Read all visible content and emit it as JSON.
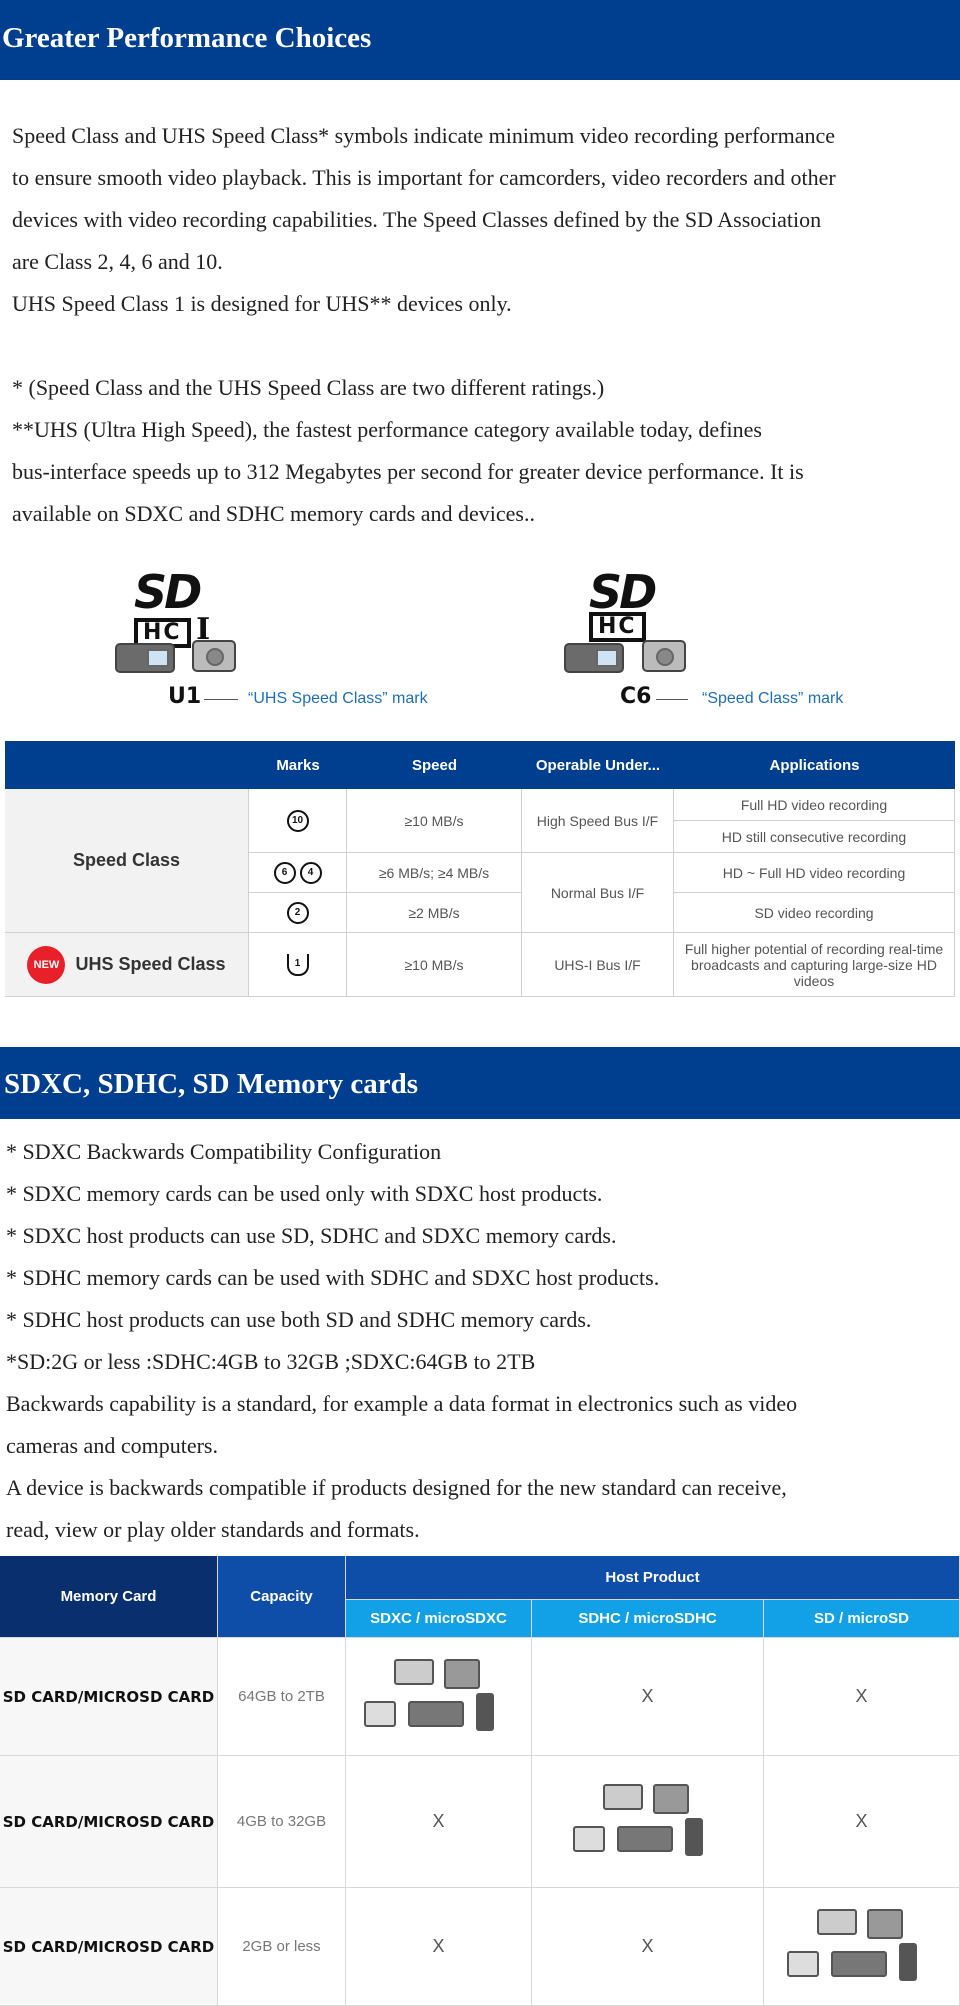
{
  "section1": {
    "title": "Greater Performance Choices",
    "intro_lines": [
      "Speed Class and UHS Speed Class* symbols indicate minimum video recording performance",
      "to ensure smooth video playback. This is important for camcorders, video recorders and other",
      "devices with video recording capabilities. The Speed Classes defined by the SD Association",
      "are Class 2, 4, 6 and 10.",
      "UHS Speed Class 1 is designed for UHS** devices only."
    ],
    "notes_lines": [
      "* (Speed Class and the UHS Speed Class are two different ratings.)",
      "**UHS (Ultra High Speed), the fastest performance category available today, defines",
      "bus-interface speeds up to 312 Megabytes per second for greater device performance. It is",
      "available on SDXC and SDHC memory cards and devices.."
    ]
  },
  "logos": {
    "sd": "SD",
    "hc": "HC",
    "uhs_roman": "I",
    "uhs_caption": "“UHS Speed Class” mark",
    "speed_caption": "“Speed Class” mark",
    "uhs_glyph": "U1",
    "speed_glyph": "C6"
  },
  "speed_table": {
    "headers": [
      "Marks",
      "Speed",
      "Operable Under...",
      "Applications"
    ],
    "speed_class_label": "Speed Class",
    "uhs_label": "UHS Speed Class",
    "new_badge": "NEW",
    "marks": {
      "c10": "10",
      "c6": "6",
      "c4": "4",
      "c2": "2",
      "u1": "1"
    },
    "speeds": [
      "≥10 MB/s",
      "≥6 MB/s; ≥4 MB/s",
      "≥2 MB/s",
      "≥10 MB/s"
    ],
    "operable": [
      "High Speed Bus I/F",
      "Normal Bus I/F",
      "UHS-I Bus I/F"
    ],
    "applications": [
      "Full HD video recording",
      "HD still consecutive recording",
      "HD ~ Full HD video recording",
      "SD video recording",
      "Full higher potential of recording real-time broadcasts and capturing large-size HD videos"
    ]
  },
  "section2": {
    "title": "SDXC, SDHC, SD Memory cards",
    "lines": [
      "* SDXC Backwards Compatibility Configuration",
      "* SDXC memory cards can be used only with SDXC host products.",
      "* SDXC host products can use SD, SDHC and SDXC memory cards.",
      "* SDHC memory cards can be used with SDHC and SDXC host products.",
      "* SDHC host products can use both SD and SDHC memory cards.",
      "*SD:2G or less :SDHC:4GB to 32GB ;SDXC:64GB to 2TB",
      "Backwards capability is a standard, for example a data format in electronics such as video",
      "cameras and computers.",
      "A device is backwards compatible if products designed for the new standard can receive,",
      "read, view or play older standards and formats."
    ]
  },
  "memory_table": {
    "col_memory": "Memory Card",
    "col_capacity": "Capacity",
    "col_host": "Host Product",
    "sub_cols": [
      "SDXC / microSDXC",
      "SDHC / microSDHC",
      "SD / microSD"
    ],
    "rows": [
      {
        "card": "SD CARD/MICROSD CARD",
        "capacity": "64GB to 2TB",
        "cells": [
          "",
          "X",
          "X"
        ]
      },
      {
        "card": "SD CARD/MICROSD CARD",
        "capacity": "4GB to 32GB",
        "cells": [
          "X",
          "",
          "X"
        ]
      },
      {
        "card": "SD CARD/MICROSD CARD",
        "capacity": "2GB or less",
        "cells": [
          "X",
          "X",
          ""
        ]
      }
    ]
  }
}
